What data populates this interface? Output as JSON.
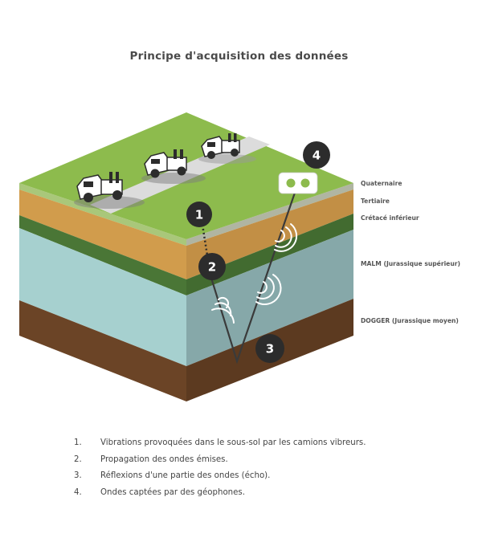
{
  "title": "Principe d'acquisition des données",
  "layers": [
    {
      "label": "Quaternaire",
      "color": "#8dbb4d"
    },
    {
      "label": "Tertiaire",
      "color": "#d7a653"
    },
    {
      "label": "Crétacé inférieur",
      "color": "#4f7d39"
    },
    {
      "label": "MALM (Jurassique supérieur)",
      "color": "#8ab8bb"
    },
    {
      "label": "DOGGER (Jurassique moyen)",
      "color": "#6b4426"
    }
  ],
  "markers": [
    "1",
    "2",
    "3",
    "4"
  ],
  "legend": [
    {
      "num": "1.",
      "text": "Vibrations provoquées dans le sous-sol par les camions vibreurs."
    },
    {
      "num": "2.",
      "text": "Propagation des ondes émises."
    },
    {
      "num": "3.",
      "text": "Réflexions d'une partie des ondes (écho)."
    },
    {
      "num": "4.",
      "text": "Ondes captées par des géophones."
    }
  ],
  "icons": [
    "vibrator-truck-icon",
    "geophone-icon",
    "wave-arc-icon"
  ]
}
